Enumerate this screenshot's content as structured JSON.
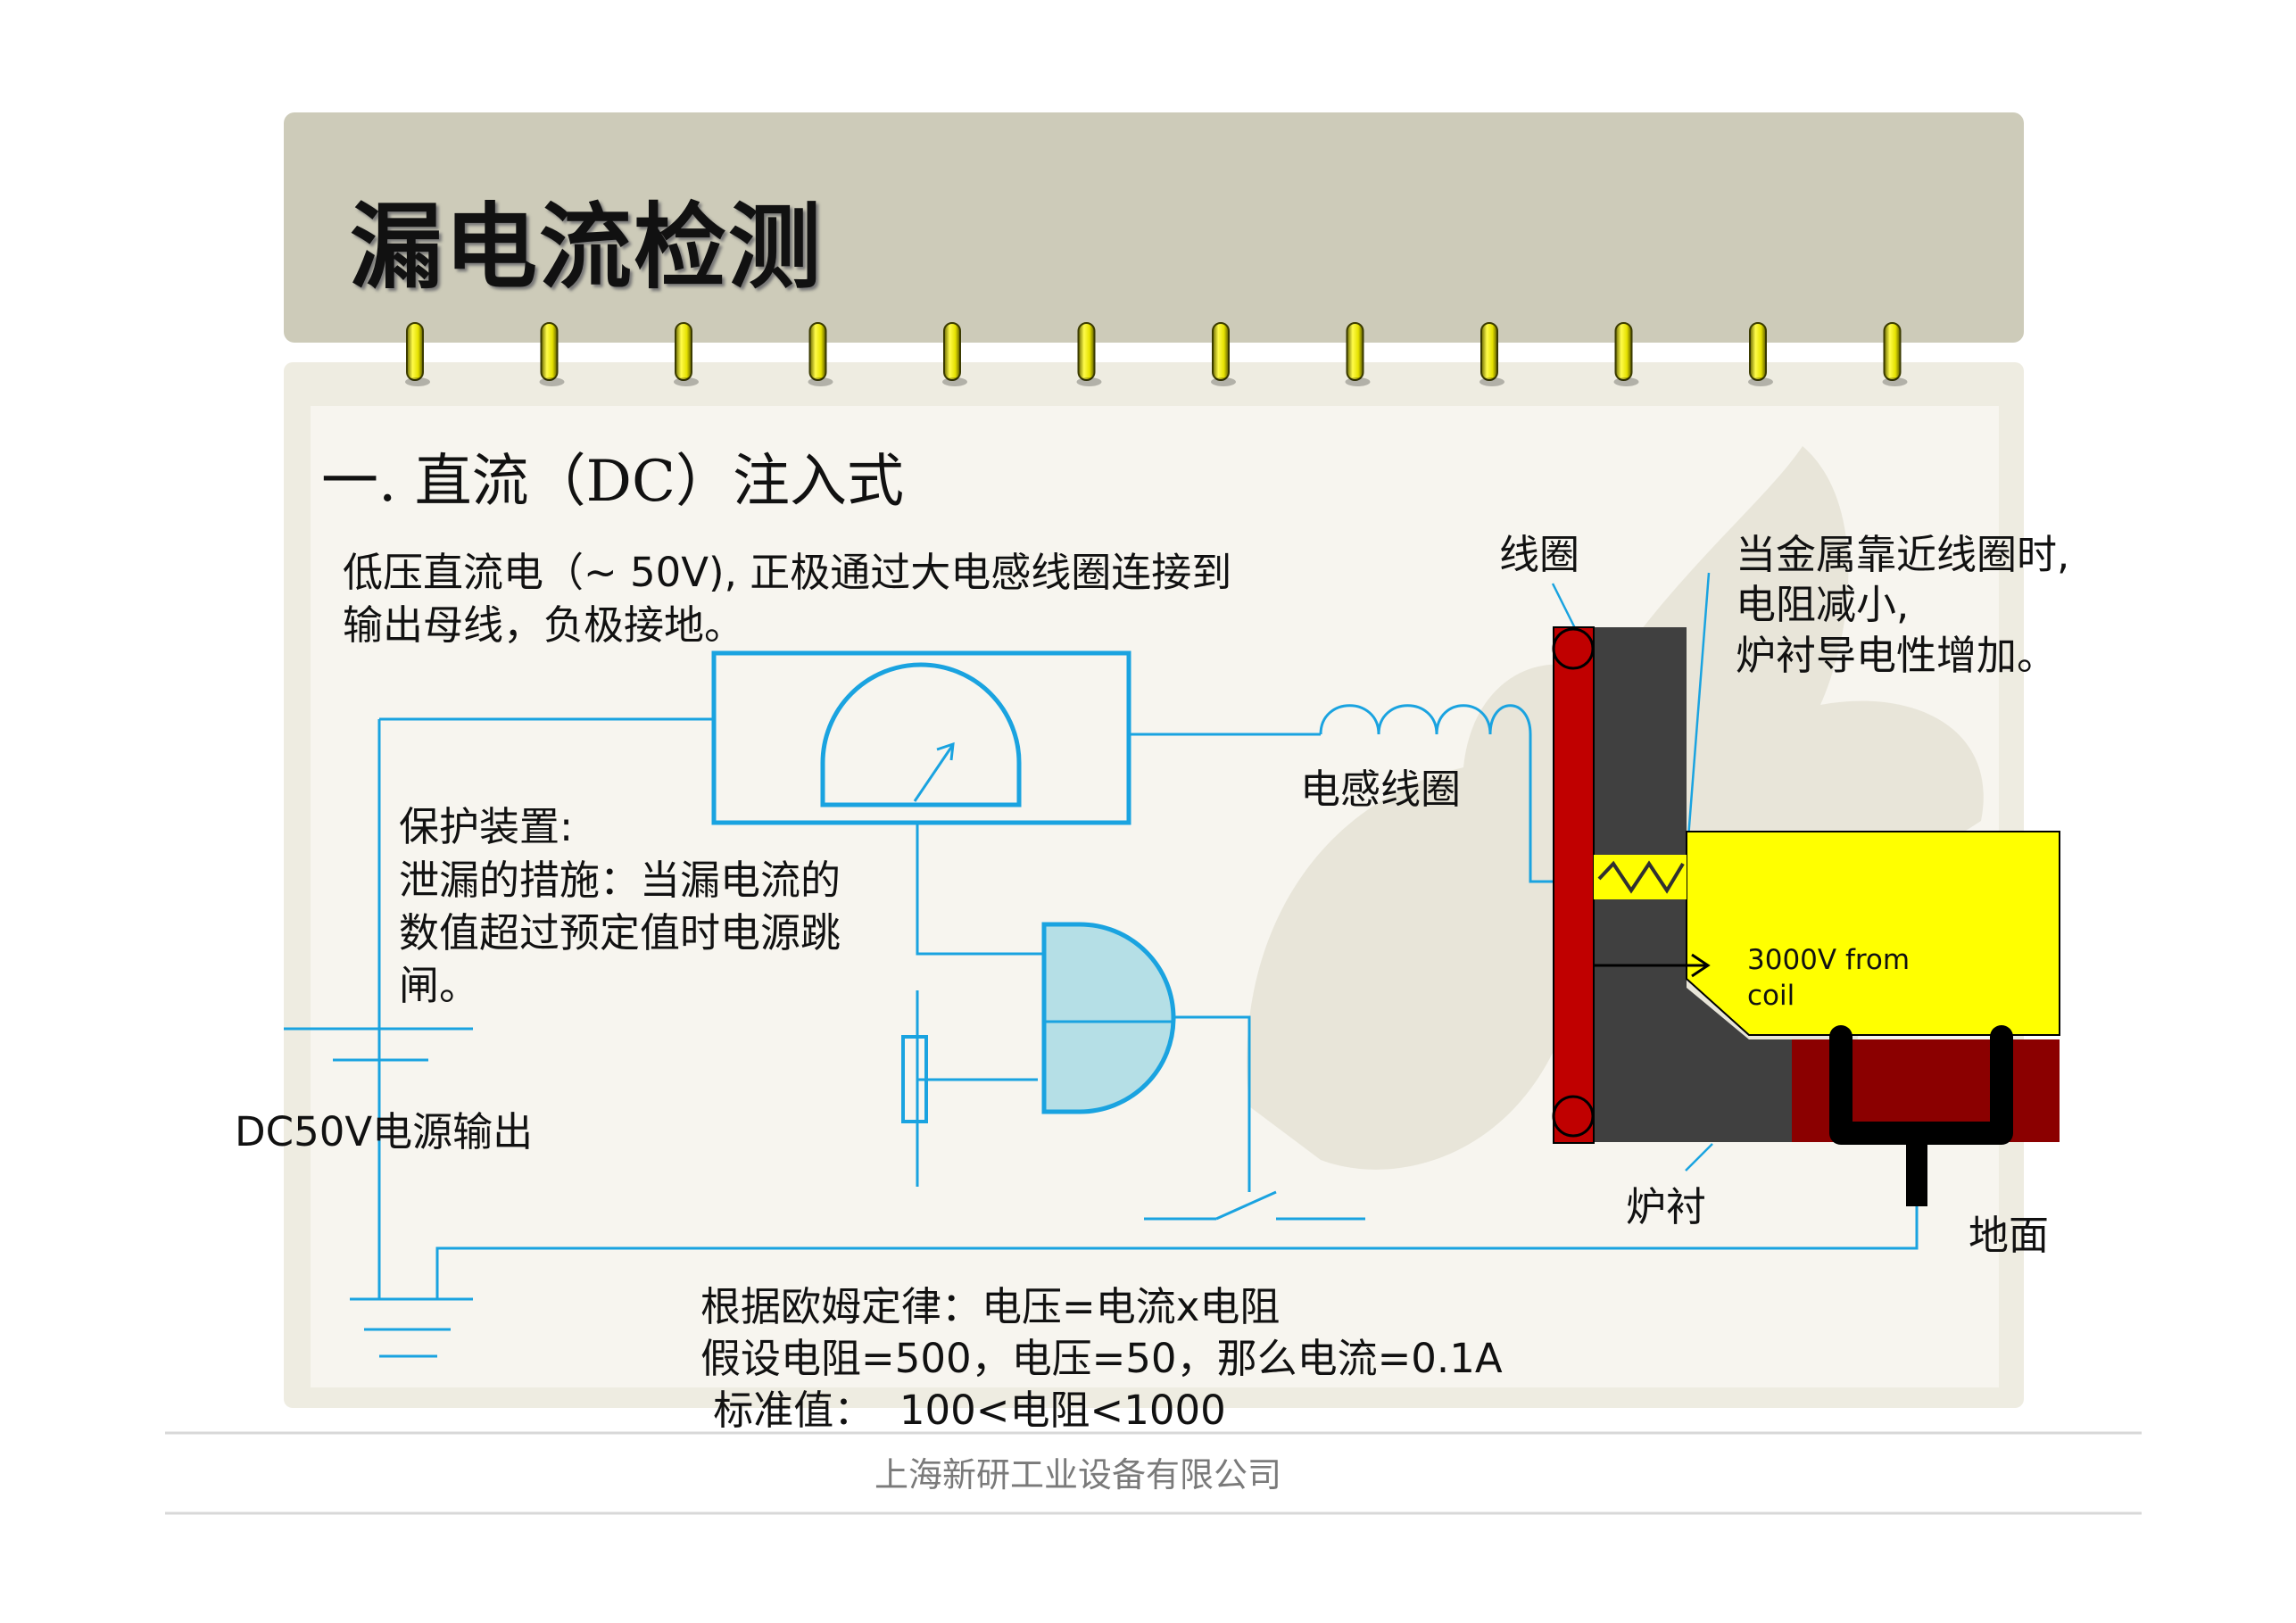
{
  "title": "漏电流检测",
  "subtitle": "一.  直流（DC）注入式",
  "intro": [
    "低压直流电（~ 50V), 正极通过大电感线圈连接到",
    "输出母线，负极接地。"
  ],
  "protection": [
    "保护装置:",
    "泄漏的措施：当漏电流的",
    "数值超过预定值时电源跳",
    "闸。"
  ],
  "power_label": "DC50V电源输出",
  "inductor_label": "电感线圈",
  "coil_label": "线圈",
  "note": [
    "当金属靠近线圈时,",
    "电阻减小,",
    "炉衬导电性增加。"
  ],
  "lining_label": "炉衬",
  "ground_label": "地面",
  "voltage_label": [
    "3000V from",
    "coil"
  ],
  "ohm": [
    "根据欧姆定律：电压=电流x电阻",
    "假设电阻=500，电压=50，那么电流=0.1A",
    " 标准值：  100<电阻<1000"
  ],
  "footer": "上海新研工业设备有限公司",
  "colors": {
    "wire": "#1aa3e0",
    "header": "#cdcbb9",
    "card": "#f5f3ec",
    "ring": "#e6e200",
    "coil": "#c00000",
    "lining": "#404040",
    "metal": "#ffff00",
    "crucible": "#8b0000",
    "meter_fill": "#b5dfe6"
  }
}
